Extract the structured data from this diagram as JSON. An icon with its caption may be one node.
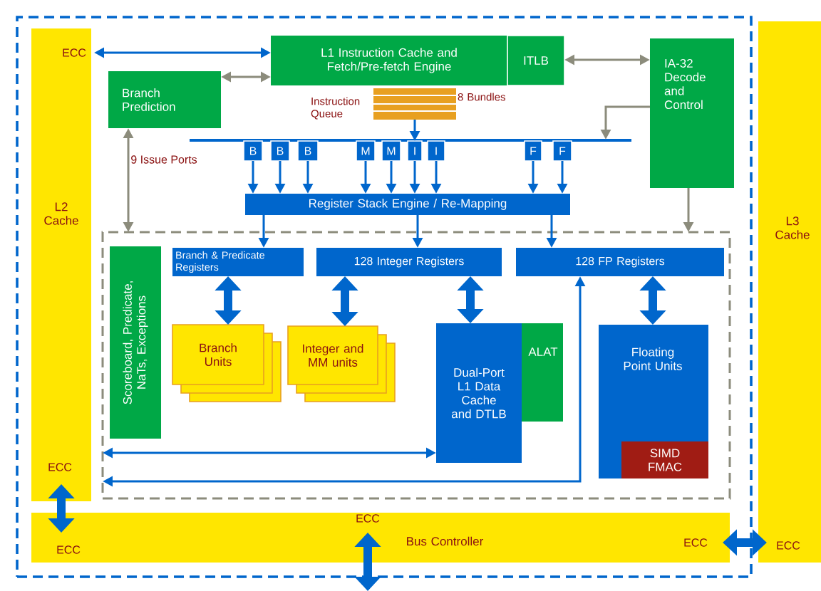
{
  "diagram": {
    "nodes": [
      {
        "text": [],
        "shape": "box"
      },
      {
        "text": [
          "L2 Cache"
        ],
        "in": 0
      },
      {
        "text": [
          "L1 Instruction Cache and Fetch/Pre-fetch Engine"
        ],
        "in": 0
      },
      {
        "text": [
          "ITLB"
        ],
        "in": 0
      },
      {
        "text": [
          "Branch Prediction"
        ],
        "in": 0
      },
      {
        "text": [
          "IA-32 Decode and Control"
        ],
        "in": 0
      },
      {
        "text": [],
        "shape": "bar",
        "beside": [
          "Instruction Queue",
          "8 Bundles"
        ],
        "in": 0
      },
      {
        "text": [
          "B"
        ],
        "in": 0
      },
      {
        "text": [
          "B"
        ],
        "in": 0
      },
      {
        "text": [
          "B"
        ],
        "in": 0
      },
      {
        "text": [
          "M"
        ],
        "in": 0
      },
      {
        "text": [
          "M"
        ],
        "in": 0
      },
      {
        "text": [
          "I"
        ],
        "in": 0
      },
      {
        "text": [
          "I"
        ],
        "in": 0
      },
      {
        "text": [
          "F"
        ],
        "in": 0
      },
      {
        "text": [
          "F"
        ],
        "in": 0
      },
      {
        "text": [
          "Register Stack Engine / Re-Mapping"
        ],
        "in": 0
      },
      {
        "text": [],
        "shape": "box",
        "in": 0
      },
      {
        "text": [
          "Scoreboard, Predicate, NaTs, Exceptions"
        ],
        "in": 17
      },
      {
        "text": [
          "Branch & Predicate Registers"
        ],
        "in": 17
      },
      {
        "text": [
          "128 Integer Registers"
        ],
        "in": 17
      },
      {
        "text": [
          "128 FP Registers"
        ],
        "in": 17
      },
      {
        "text": [
          "Branch Units"
        ],
        "in": 17
      },
      {
        "text": [
          "Integer and MM units"
        ],
        "in": 17
      },
      {
        "text": [
          "Dual-Port L1 Data Cache and DTLB"
        ],
        "in": 17
      },
      {
        "text": [
          "ALAT"
        ],
        "in": 17
      },
      {
        "text": [
          "Floating Point Units"
        ],
        "in": 17
      },
      {
        "text": [
          "SIMD FMAC"
        ],
        "in": 26
      },
      {
        "text": [
          "Bus Controller"
        ],
        "in": 0
      },
      {
        "text": [
          "L3 Cache"
        ]
      }
    ],
    "edges": [
      {
        "from": 1,
        "to": 2,
        "arrow": "both"
      },
      {
        "from": 4,
        "to": 2,
        "arrow": "both",
        "color": "#8c8c7c"
      },
      {
        "from": 3,
        "to": 5,
        "arrow": "both",
        "color": "#8c8c7c"
      },
      {
        "from": 6,
        "to": 12,
        "arrow": "to"
      },
      {
        "from": 5,
        "to": null,
        "arrow": "to",
        "color": "#8c8c7c"
      },
      {
        "from": 7,
        "to": 16,
        "arrow": "to"
      },
      {
        "from": 8,
        "to": 16,
        "arrow": "to"
      },
      {
        "from": 9,
        "to": 16,
        "arrow": "to"
      },
      {
        "from": 10,
        "to": 16,
        "arrow": "to"
      },
      {
        "from": 11,
        "to": 16,
        "arrow": "to"
      },
      {
        "from": 12,
        "to": 16,
        "arrow": "to"
      },
      {
        "from": 13,
        "to": 16,
        "arrow": "to"
      },
      {
        "from": 14,
        "to": 16,
        "arrow": "to"
      },
      {
        "from": 15,
        "to": 16,
        "arrow": "to"
      },
      {
        "from": 4,
        "to": 17,
        "arrow": "both",
        "color": "#8c8c7c"
      },
      {
        "from": 5,
        "to": 17,
        "arrow": "to",
        "color": "#8c8c7c"
      },
      {
        "from": 16,
        "to": 19,
        "arrow": "to"
      },
      {
        "from": 16,
        "to": 20,
        "arrow": "to"
      },
      {
        "from": 16,
        "to": 21,
        "arrow": "to"
      },
      {
        "from": 19,
        "to": 22,
        "arrow": "both",
        "style": "thick"
      },
      {
        "from": 20,
        "to": 23,
        "arrow": "both",
        "style": "thick"
      },
      {
        "from": 20,
        "to": 24,
        "arrow": "both",
        "style": "thick"
      },
      {
        "from": 21,
        "to": 26,
        "arrow": "both",
        "style": "thick"
      },
      {
        "from": 17,
        "to": 24,
        "arrow": "both"
      },
      {
        "from": 17,
        "to": 21,
        "arrow": "both"
      },
      {
        "from": 1,
        "to": 28,
        "arrow": "both",
        "style": "thick"
      },
      {
        "from": 28,
        "to": null,
        "arrow": "both",
        "style": "thick"
      },
      {
        "from": 28,
        "to": 29,
        "arrow": "both",
        "style": "thick"
      }
    ],
    "labels": [
      "ECC",
      "9 Issue Ports",
      "ECC",
      "ECC",
      "ECC",
      "ECC",
      "ECC"
    ]
  }
}
